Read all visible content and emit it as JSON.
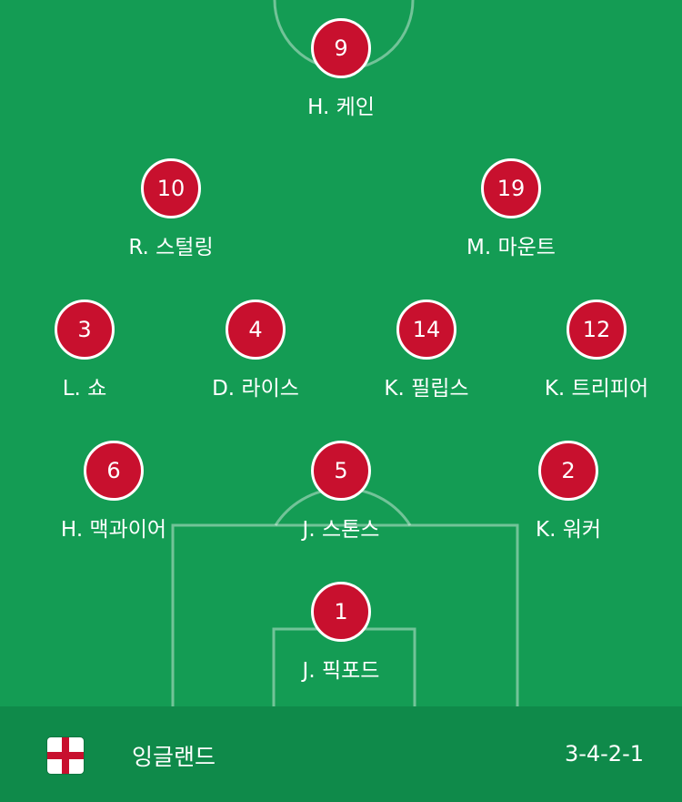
{
  "team": {
    "name": "잉글랜드",
    "formation": "3-4-2-1",
    "flag_icon": "england-flag-icon"
  },
  "colors": {
    "pitch": "#149c54",
    "footer": "#0f8a4a",
    "badge": "#c8102e",
    "text": "#ffffff"
  },
  "players": [
    {
      "number": "9",
      "name": "H. 케인"
    },
    {
      "number": "10",
      "name": "R. 스털링"
    },
    {
      "number": "19",
      "name": "M. 마운트"
    },
    {
      "number": "3",
      "name": "L. 쇼"
    },
    {
      "number": "4",
      "name": "D. 라이스"
    },
    {
      "number": "14",
      "name": "K. 필립스"
    },
    {
      "number": "12",
      "name": "K. 트리피어"
    },
    {
      "number": "6",
      "name": "H. 맥과이어"
    },
    {
      "number": "5",
      "name": "J. 스톤스"
    },
    {
      "number": "2",
      "name": "K. 워커"
    },
    {
      "number": "1",
      "name": "J. 픽포드"
    }
  ]
}
